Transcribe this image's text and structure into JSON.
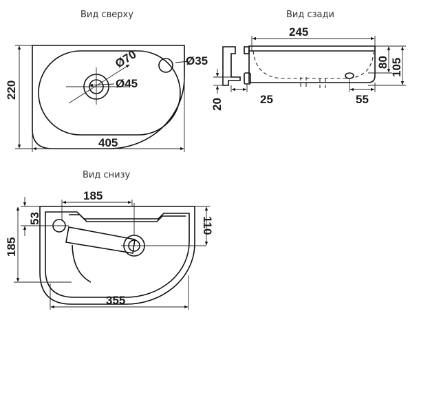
{
  "views": {
    "top": {
      "title": "Вид сверху"
    },
    "back": {
      "title": "Вид сзади"
    },
    "bottom": {
      "title": "Вид снизу"
    }
  },
  "dimensions": {
    "top": {
      "height": "220",
      "width": "405",
      "diam_outer": "Ø70",
      "diam_inner": "Ø45",
      "diam_hole": "Ø35"
    },
    "back": {
      "bowl_width": "245",
      "height_80": "80",
      "height_105": "105",
      "offset_20": "20",
      "offset_25": "25",
      "offset_55": "55"
    },
    "bottom": {
      "width_185": "185",
      "height_53": "53",
      "height_185": "185",
      "depth_110": "110",
      "width_355": "355"
    }
  }
}
